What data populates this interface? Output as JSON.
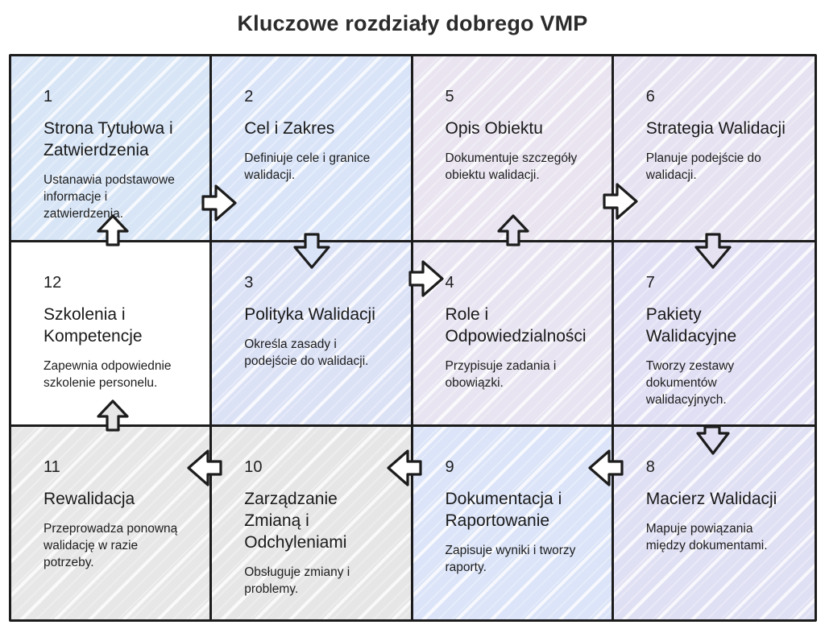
{
  "title": "Kluczowe rozdziały dobrego VMP",
  "colors": {
    "border": "#1c1c1c",
    "text": "#1c1c1c",
    "background": "#ffffff"
  },
  "cells": [
    {
      "number": "1",
      "title": "Strona Tytułowa i\nZatwierdzenia",
      "desc": "Ustanawia podstawowe\ninformacje i\nzatwierdzenia.",
      "bg": "#d7e5f6"
    },
    {
      "number": "2",
      "title": "Cel i Zakres",
      "desc": "Definiuje cele i granice\nwalidacji.",
      "bg": "#d9e4f8"
    },
    {
      "number": "5",
      "title": "Opis Obiektu",
      "desc": "Dokumentuje szczegóły\nobiektu walidacji.",
      "bg": "#e9e4f0"
    },
    {
      "number": "6",
      "title": "Strategia Walidacji",
      "desc": "Planuje podejście do\nwalidacji.",
      "bg": "#e6e2f1"
    },
    {
      "number": "12",
      "title": "Szkolenia i\nKompetencje",
      "desc": "Zapewnia odpowiednie\nszkolenie personelu.",
      "bg": "#ffffff"
    },
    {
      "number": "3",
      "title": "Polityka Walidacji",
      "desc": "Określa zasady i\npodejście do walidacji.",
      "bg": "#dce2f6"
    },
    {
      "number": "4",
      "title": "Role i\nOdpowiedzialności",
      "desc": "Przypisuje zadania i\nobowiązki.",
      "bg": "#e8e4f1"
    },
    {
      "number": "7",
      "title": "Pakiety\nWalidacyjne",
      "desc": "Tworzy zestawy\ndokumentów\nwalidacyjnych.",
      "bg": "#e1dff4"
    },
    {
      "number": "11",
      "title": "Rewalidacja",
      "desc": "Przeprowadza ponowną\nwalidację w razie\npotrzeby.",
      "bg": "#e7e7e7"
    },
    {
      "number": "10",
      "title": "Zarządzanie\nZmianą i\nOdchyleniami",
      "desc": "Obsługuje zmiany i\nproblemy.",
      "bg": "#e6e6e6"
    },
    {
      "number": "9",
      "title": "Dokumentacja i\nRaportowanie",
      "desc": "Zapisuje wyniki i tworzy\nraporty.",
      "bg": "#dbe4f8"
    },
    {
      "number": "8",
      "title": "Macierz Walidacji",
      "desc": "Mapuje powiązania\nmiędzy dokumentami.",
      "bg": "#e0e0f4"
    }
  ],
  "arrows": {
    "a1_2": "#ffffff",
    "a2_3": "#d9e4f8",
    "a3_4": "#ffffff",
    "a4_5": "#e8e4f1",
    "a5_6": "#ffffff",
    "a6_7": "#e6e2f1",
    "a7_8": "#e1dff4",
    "a8_9": "#ffffff",
    "a9_10": "#ffffff",
    "a10_11": "#ffffff",
    "a11_12": "#e7e7e7",
    "a12_1": "#ffffff"
  }
}
